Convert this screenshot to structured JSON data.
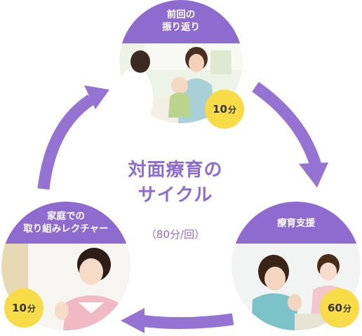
{
  "center": {
    "title_line1": "対面療育の",
    "title_line2": "サイクル",
    "subtitle": "（80分/回）"
  },
  "steps": [
    {
      "title_line1": "前回の",
      "title_line2": "振り返り",
      "minutes": "10",
      "unit": "分"
    },
    {
      "title_line1": "療育支援",
      "title_line2": "",
      "minutes": "60",
      "unit": "分"
    },
    {
      "title_line1": "家庭での",
      "title_line2": "取り組みレクチャー",
      "minutes": "10",
      "unit": "分"
    }
  ],
  "colors": {
    "accent": "#8e6ccf",
    "badge": "#f7dc47",
    "arrow": "#9473d3"
  }
}
